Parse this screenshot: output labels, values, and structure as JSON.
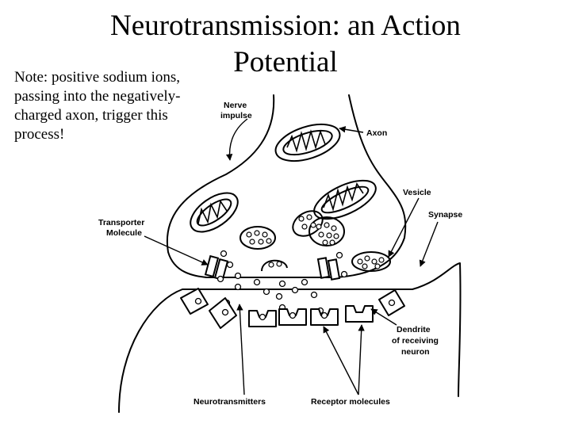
{
  "slide": {
    "title": "Neurotransmission:  an Action Potential",
    "note": "Note:  positive sodium ions, passing into the negatively-charged axon, trigger this process!"
  },
  "diagram": {
    "labels": {
      "nerve_impulse_1": "Nerve",
      "nerve_impulse_2": "impulse",
      "axon": "Axon",
      "vesicle": "Vesicle",
      "synapse": "Synapse",
      "transporter_1": "Transporter",
      "transporter_2": "Molecule",
      "dendrite_1": "Dendrite",
      "dendrite_2": "of receiving",
      "dendrite_3": "neuron",
      "neurotransmitters": "Neurotransmitters",
      "receptor_molecules": "Receptor molecules"
    },
    "colors": {
      "ink": "#000000",
      "background": "#ffffff"
    }
  }
}
